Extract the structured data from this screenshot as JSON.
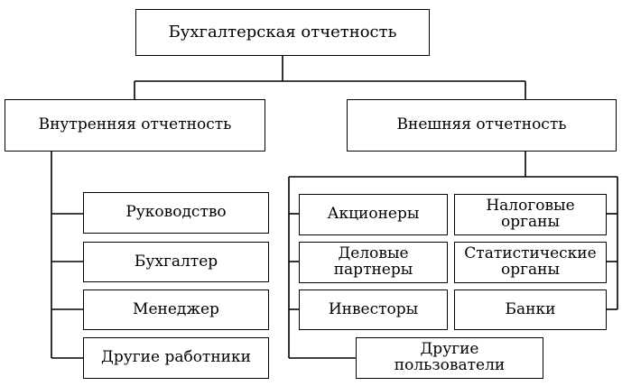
{
  "diagram": {
    "root": "Бухгалтерская отчетность",
    "internal": {
      "title": "Внутренняя отчетность",
      "items": [
        "Руководство",
        "Бухгалтер",
        "Менеджер",
        "Другие работники"
      ]
    },
    "external": {
      "title": "Внешняя отчетность",
      "left": [
        {
          "line1": "Акционеры",
          "line2": ""
        },
        {
          "line1": "Деловые",
          "line2": "партнеры"
        },
        {
          "line1": "Инвесторы",
          "line2": ""
        }
      ],
      "right": [
        {
          "line1": "Налоговые",
          "line2": "органы"
        },
        {
          "line1": "Статистические",
          "line2": "органы"
        },
        {
          "line1": "Банки",
          "line2": ""
        }
      ],
      "bottom": {
        "line1": "Другие",
        "line2": "пользователи"
      }
    }
  }
}
